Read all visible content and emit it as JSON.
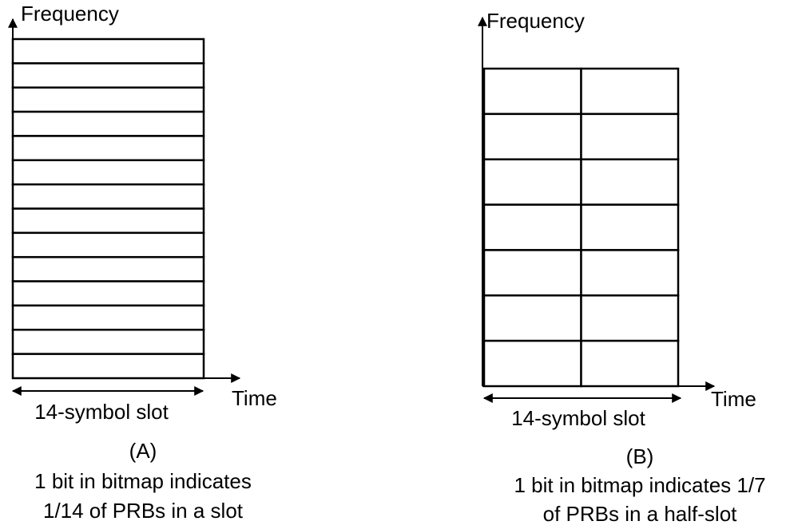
{
  "colors": {
    "line": "#000000",
    "background": "#ffffff"
  },
  "panel_a": {
    "y_axis_label": "Frequency",
    "x_axis_label": "Time",
    "span_label": "14-symbol slot",
    "panel_label": "(A)",
    "caption_line1": "1 bit in bitmap indicates",
    "caption_line2": "1/14 of PRBs in a slot",
    "grid_rows": 14,
    "grid_cols": 1
  },
  "panel_b": {
    "y_axis_label": "Frequency",
    "x_axis_label": "Time",
    "span_label": "14-symbol slot",
    "panel_label": "(B)",
    "caption_line1": "1 bit in bitmap indicates 1/7",
    "caption_line2": "of PRBs in a half-slot",
    "grid_rows": 7,
    "grid_cols": 2
  }
}
